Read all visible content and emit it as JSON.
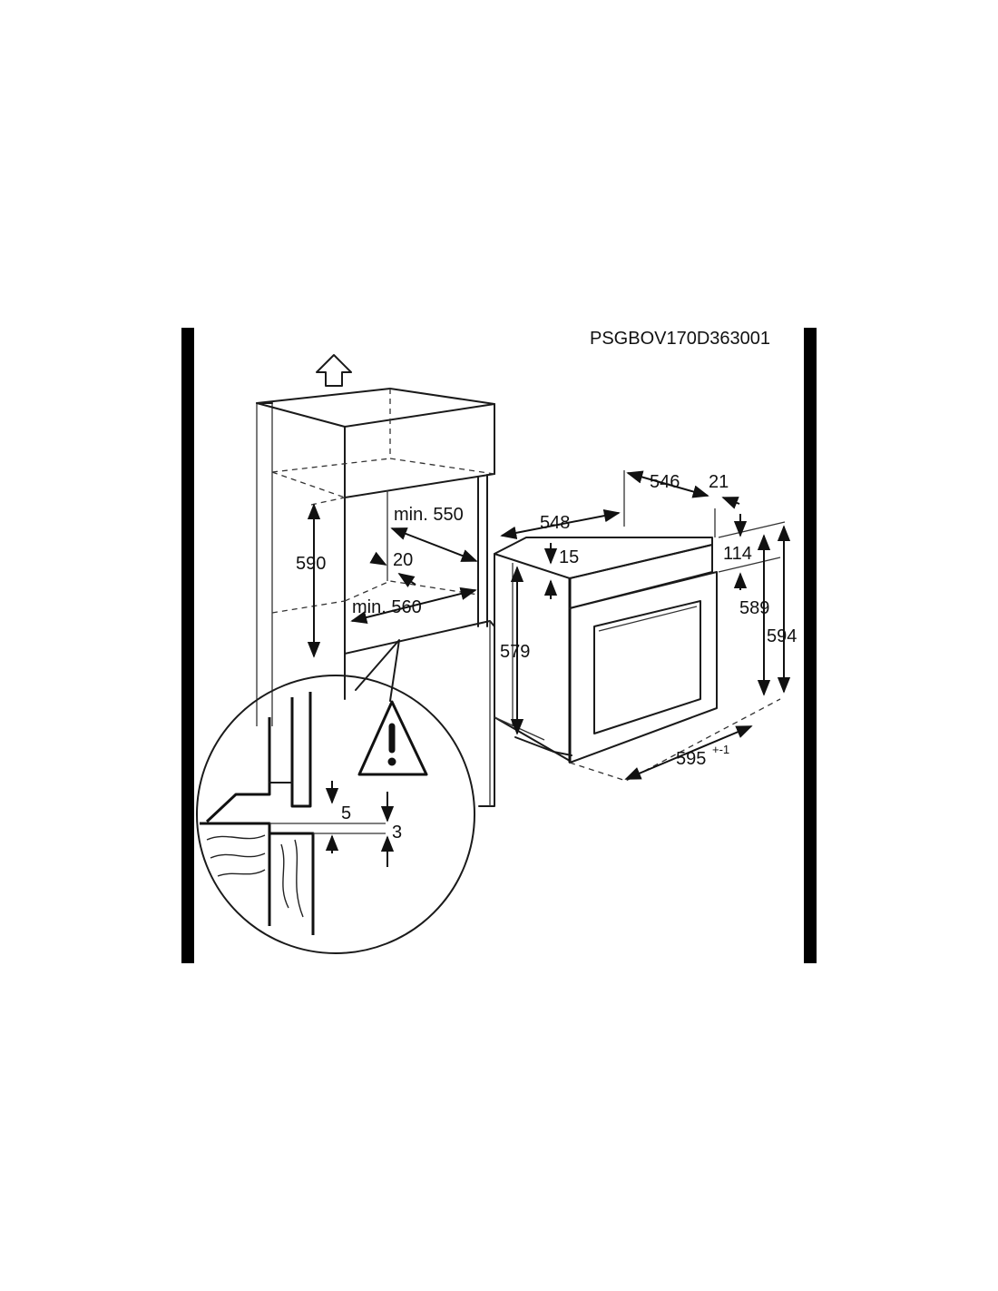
{
  "diagram_code": "PSGBOV170D363001",
  "cabinet_dimensions": {
    "niche_height": "590",
    "niche_depth": "min. 550",
    "gap": "20",
    "niche_width": "min. 560"
  },
  "oven_dimensions": {
    "depth_body": "548",
    "depth_top": "546",
    "front_thickness": "21",
    "top_offset": "15",
    "panel_height": "114",
    "body_height_front": "579",
    "body_height": "589",
    "total_height": "594",
    "width": "595",
    "width_tolerance": "+-1"
  },
  "detail_dimensions": {
    "gap_top": "5",
    "gap_bottom": "3"
  },
  "icons": {
    "up_arrow": "ventilation-up-arrow-icon",
    "warning": "warning-triangle-icon"
  },
  "colors": {
    "line": "#1a1a1a",
    "frame": "#000000"
  }
}
